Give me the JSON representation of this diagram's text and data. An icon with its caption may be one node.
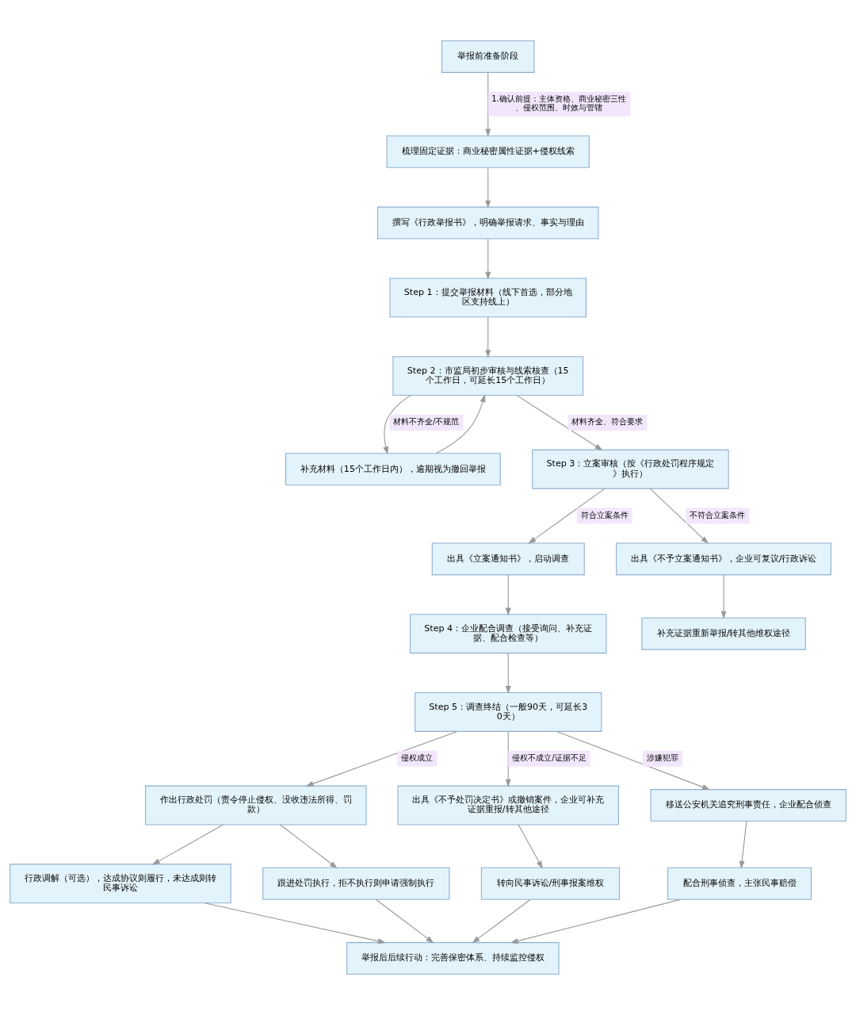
{
  "diagram": {
    "nodes": [
      {
        "text": [
          "举报前准备阶段"
        ]
      },
      {
        "text": [
          "梳理固定证据：商业秘密属性证据+侵权线索"
        ]
      },
      {
        "text": [
          "撰写《行政举报书》，明确举报请求、事实与理由"
        ]
      },
      {
        "text": [
          "Step 1：提交举报材料（线下首选，部分地区支持线上）"
        ]
      },
      {
        "text": [
          "Step 2：市监局初步审核与线索核查（15个工作日，可延长15个工作日）"
        ]
      },
      {
        "text": [
          "补充材料（15个工作日内），逾期视为撤回举报"
        ]
      },
      {
        "text": [
          "Step 3：立案审核（按《行政处罚程序规定》执行）"
        ]
      },
      {
        "text": [
          "出具《立案通知书》，启动调查"
        ]
      },
      {
        "text": [
          "出具《不予立案通知书》，企业可复议/行政诉讼"
        ]
      },
      {
        "text": [
          "Step 4：企业配合调查（接受询问、补充证据、配合检查等）"
        ]
      },
      {
        "text": [
          "补充证据重新举报/转其他维权途径"
        ]
      },
      {
        "text": [
          "Step 5：调查终结（一般90天，可延长30天）"
        ]
      },
      {
        "text": [
          "作出行政处罚（责令停止侵权、没收违法所得、罚款）"
        ]
      },
      {
        "text": [
          "出具《不予处罚决定书》或撤销案件，企业可补充证据重报/转其他途径"
        ]
      },
      {
        "text": [
          "移送公安机关追究刑事责任，企业配合侦查"
        ]
      },
      {
        "text": [
          "行政调解（可选），达成协议则履行，未达成则转民事诉讼"
        ]
      },
      {
        "text": [
          "跟进处罚执行，拒不执行则申请强制执行"
        ]
      },
      {
        "text": [
          "转向民事诉讼/刑事报案维权"
        ]
      },
      {
        "text": [
          "配合刑事侦查，主张民事赔偿"
        ]
      },
      {
        "text": [
          "举报后后续行动：完善保密体系、持续监控侵权"
        ]
      }
    ],
    "edges": [
      {
        "from": 0,
        "to": 1,
        "arrow": "to",
        "label": "1.确认前提：主体资格、商业秘密三性、侵权范围、时效与管辖"
      },
      {
        "from": 1,
        "to": 2,
        "arrow": "to"
      },
      {
        "from": 2,
        "to": 3,
        "arrow": "to"
      },
      {
        "from": 3,
        "to": 4,
        "arrow": "to"
      },
      {
        "from": 4,
        "to": 5,
        "arrow": "to",
        "label": "材料不齐全/不规范"
      },
      {
        "from": 5,
        "to": 4,
        "arrow": "to"
      },
      {
        "from": 4,
        "to": 6,
        "arrow": "to",
        "label": "材料齐全、符合要求"
      },
      {
        "from": 6,
        "to": 7,
        "arrow": "to",
        "label": "符合立案条件"
      },
      {
        "from": 6,
        "to": 8,
        "arrow": "to",
        "label": "不符合立案条件"
      },
      {
        "from": 7,
        "to": 9,
        "arrow": "to"
      },
      {
        "from": 8,
        "to": 10,
        "arrow": "to"
      },
      {
        "from": 9,
        "to": 11,
        "arrow": "to"
      },
      {
        "from": 11,
        "to": 12,
        "arrow": "to",
        "label": "侵权成立"
      },
      {
        "from": 11,
        "to": 13,
        "arrow": "to",
        "label": "侵权不成立/证据不足"
      },
      {
        "from": 11,
        "to": 14,
        "arrow": "to",
        "label": "涉嫌犯罪"
      },
      {
        "from": 12,
        "to": 15,
        "arrow": "to"
      },
      {
        "from": 12,
        "to": 16,
        "arrow": "to"
      },
      {
        "from": 13,
        "to": 17,
        "arrow": "to"
      },
      {
        "from": 14,
        "to": 18,
        "arrow": "to"
      },
      {
        "from": 15,
        "to": 19,
        "arrow": "to"
      },
      {
        "from": 16,
        "to": 19,
        "arrow": "to"
      },
      {
        "from": 17,
        "to": 19,
        "arrow": "to"
      },
      {
        "from": 18,
        "to": 19,
        "arrow": "to"
      }
    ]
  }
}
